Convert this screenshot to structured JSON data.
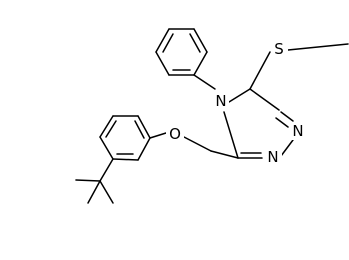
{
  "molecule": {
    "atoms": {
      "n4": "N",
      "n2": "N",
      "n1": "N",
      "o_ether": "O",
      "s_methyl": "S"
    }
  },
  "colors": {
    "bond": "#000000",
    "label": "#000000",
    "background": "#ffffff"
  }
}
